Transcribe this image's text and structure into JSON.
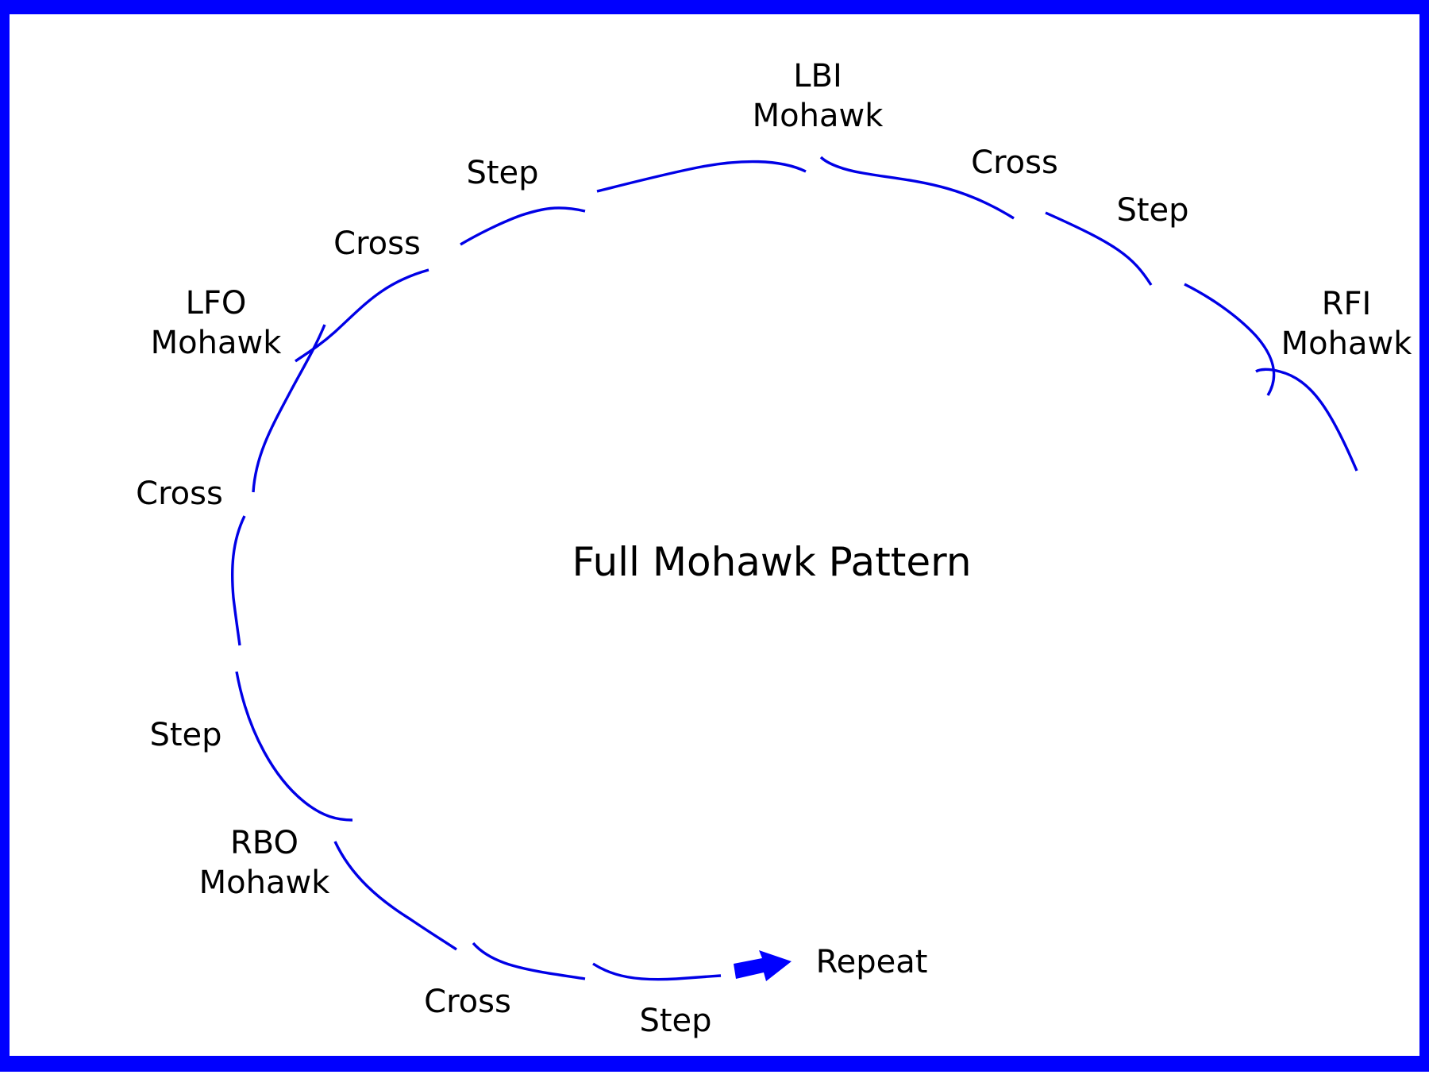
{
  "title": "Full Mohawk Pattern",
  "accent_color": "#0000ff",
  "stroke_color": "#0000e6",
  "labels": {
    "lbi_line1": "LBI",
    "lbi_line2": "Mohawk",
    "step_top": "Step",
    "cross_top_right": "Cross",
    "step_top_right": "Step",
    "cross_top_left": "Cross",
    "lfo_line1": "LFO",
    "lfo_line2": "Mohawk",
    "rfi_line1": "RFI",
    "rfi_line2": "Mohawk",
    "cross_left": "Cross",
    "step_left": "Step",
    "rbo_line1": "RBO",
    "rbo_line2": "Mohawk",
    "cross_bottom": "Cross",
    "step_bottom": "Step",
    "repeat": "Repeat"
  },
  "icons": {
    "repeat_arrow": "arrow-right-icon"
  }
}
